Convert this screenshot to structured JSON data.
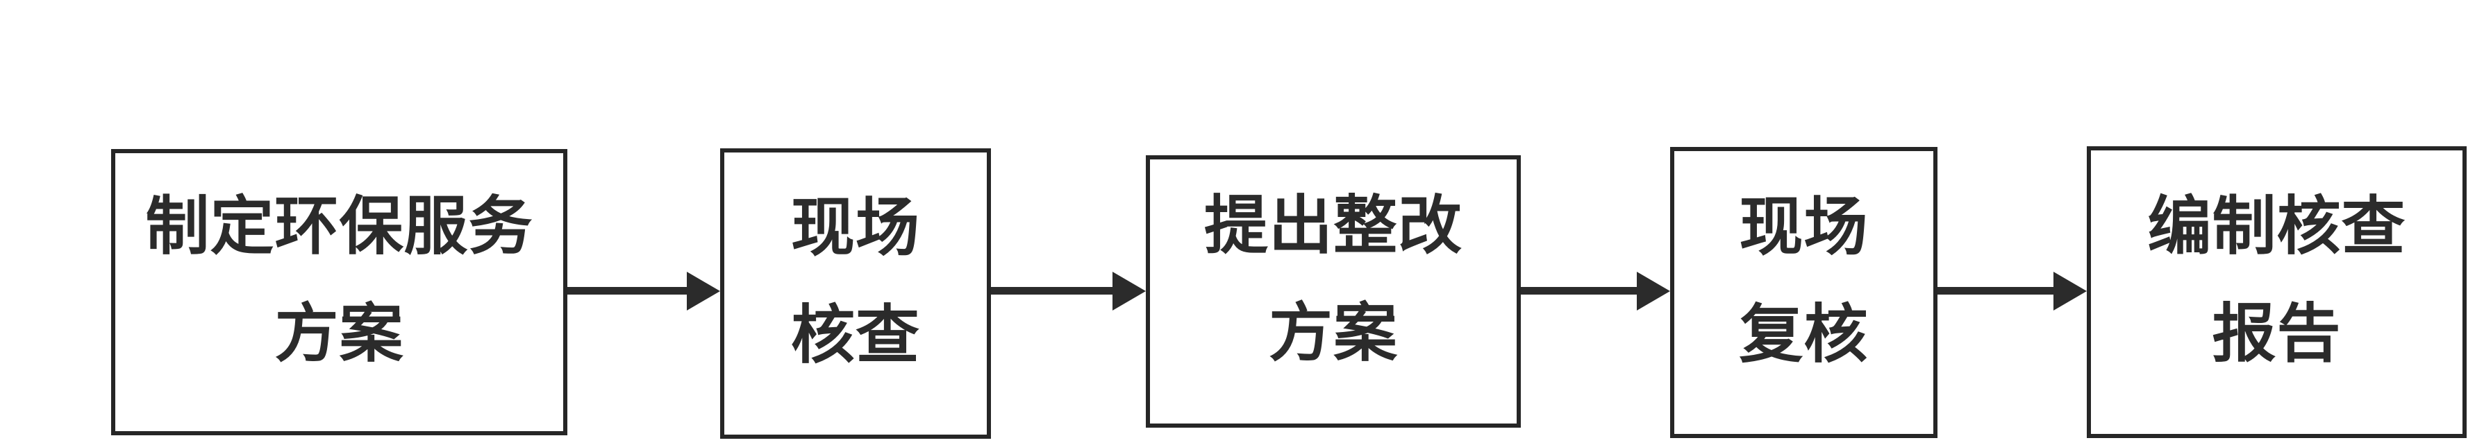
{
  "diagram": {
    "type": "flowchart",
    "direction": "left-to-right",
    "background_color": "#ffffff",
    "stroke_color": "#2b2b2b",
    "text_color": "#2b2b2b",
    "nodes": [
      {
        "id": "node-1",
        "label": "制定环保服务方案",
        "line1": "制定环保服务",
        "line2": "方案"
      },
      {
        "id": "node-2",
        "label": "现场核查",
        "line1": "现场",
        "line2": "核查"
      },
      {
        "id": "node-3",
        "label": "提出整改方案",
        "line1": "提出整改",
        "line2": "方案"
      },
      {
        "id": "node-4",
        "label": "现场复核",
        "line1": "现场",
        "line2": "复核"
      },
      {
        "id": "node-5",
        "label": "编制核查报告",
        "line1": "编制核查",
        "line2": "报告"
      }
    ],
    "connectors": [
      {
        "from": "node-1",
        "to": "node-2",
        "style": "solid-right-arrow"
      },
      {
        "from": "node-2",
        "to": "node-3",
        "style": "solid-right-arrow"
      },
      {
        "from": "node-3",
        "to": "node-4",
        "style": "solid-right-arrow"
      },
      {
        "from": "node-4",
        "to": "node-5",
        "style": "solid-right-arrow"
      }
    ]
  }
}
